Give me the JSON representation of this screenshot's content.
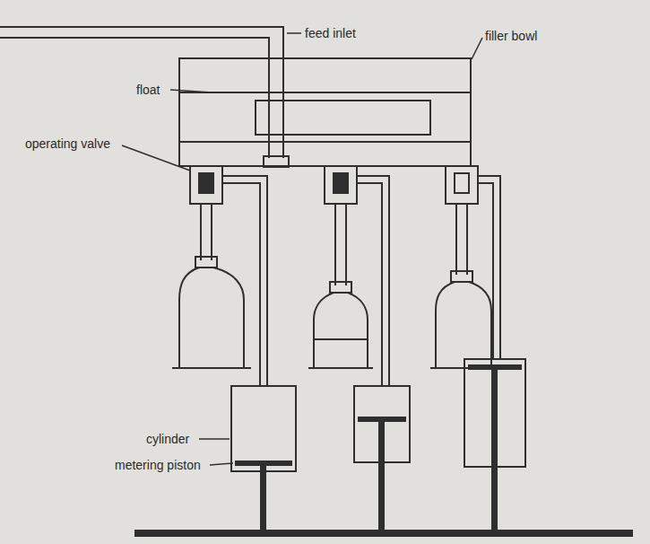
{
  "diagram": {
    "labels": [
      "feed inlet",
      "filler bowl",
      "float",
      "operating valve",
      "cylinder",
      "metering piston"
    ]
  }
}
